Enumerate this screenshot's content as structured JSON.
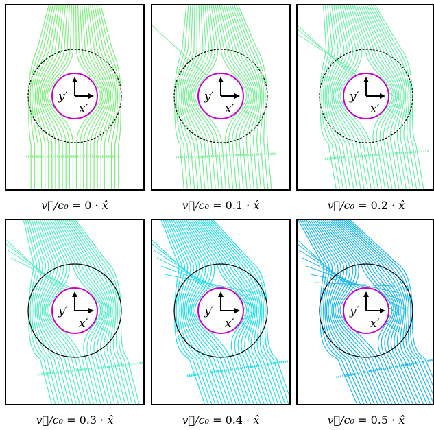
{
  "figure": {
    "panels": [
      {
        "caption_lhs": "v⃗/c₀ = ",
        "velocity_text": "0",
        "caption_rhs": " · x̂",
        "velocity": 0.0,
        "line_color": "#7af07a"
      },
      {
        "caption_lhs": "v⃗/c₀ = ",
        "velocity_text": "0.1",
        "caption_rhs": " · x̂",
        "velocity": 0.1,
        "line_color": "#74f092"
      },
      {
        "caption_lhs": "v⃗/c₀ = ",
        "velocity_text": "0.2",
        "caption_rhs": " · x̂",
        "velocity": 0.2,
        "line_color": "#6af0a8"
      },
      {
        "caption_lhs": "v⃗/c₀ = ",
        "velocity_text": "0.3",
        "caption_rhs": " · x̂",
        "velocity": 0.3,
        "line_color": "#4ef0c0"
      },
      {
        "caption_lhs": "v⃗/c₀ = ",
        "velocity_text": "0.4",
        "caption_rhs": " · x̂",
        "velocity": 0.4,
        "line_color": "#22e0e8"
      },
      {
        "caption_lhs": "v⃗/c₀ = ",
        "velocity_text": "0.5",
        "caption_rhs": " · x̂",
        "velocity": 0.5,
        "line_color": "#18b8f0"
      }
    ],
    "axis_labels": {
      "x": "x′",
      "y": "y′"
    },
    "colors": {
      "inner_circle": "#cc00cc",
      "outer_circle": "#000000",
      "axes": "#000000"
    }
  }
}
